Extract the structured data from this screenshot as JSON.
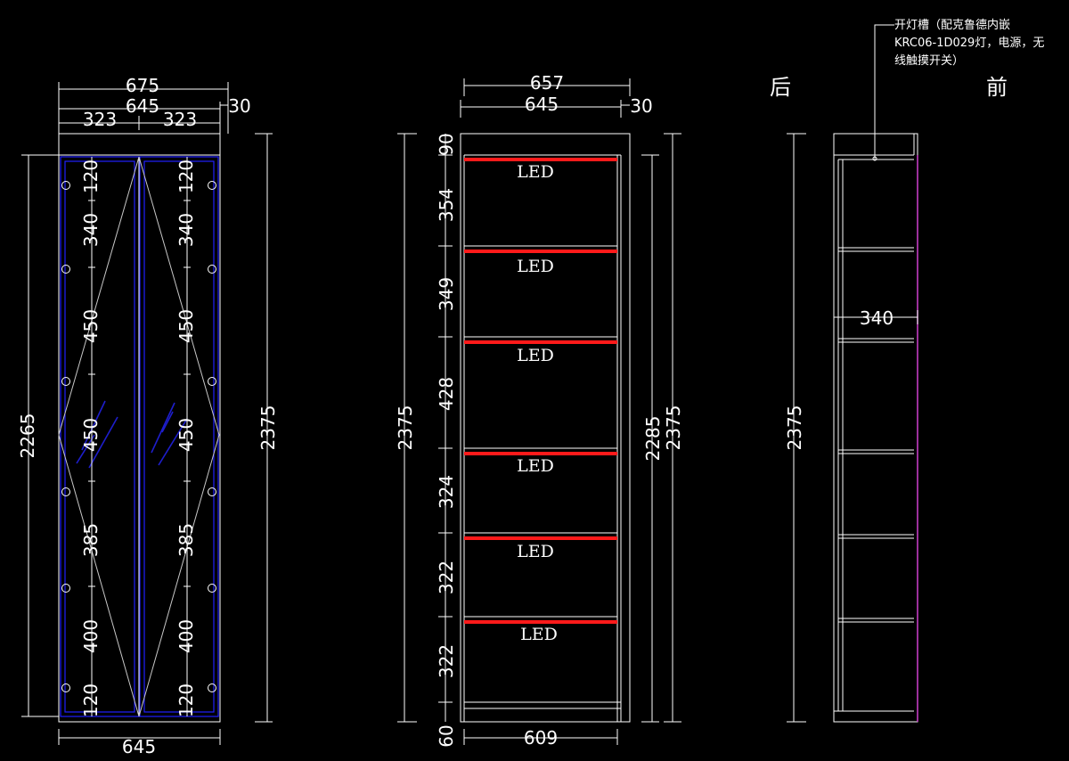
{
  "front_view": {
    "top_dims": [
      "675",
      "645",
      "323",
      "323",
      "30"
    ],
    "left_total": "2265",
    "right_total": "2375",
    "bottom_width": "645",
    "left_column_dims": [
      "120",
      "340",
      "450",
      "450",
      "385",
      "400",
      "120"
    ],
    "right_column_dims": [
      "120",
      "340",
      "450",
      "450",
      "385",
      "400",
      "120"
    ]
  },
  "section_view": {
    "top_dims": [
      "657",
      "645",
      "30"
    ],
    "left_total": "2375",
    "right_inner_total": "2285",
    "right_total": "2375",
    "bottom_width": "609",
    "shelf_spacings": [
      "90",
      "354",
      "349",
      "428",
      "324",
      "322",
      "322",
      "60"
    ],
    "led_labels": [
      "LED",
      "LED",
      "LED",
      "LED",
      "LED",
      "LED"
    ]
  },
  "side_view": {
    "left_total": "2375",
    "depth": "340",
    "label_back": "后",
    "label_front": "前",
    "callout_lines": [
      "开灯槽（配克鲁德内嵌",
      "KRC06-1D029灯，电源，无",
      "线触摸开关）"
    ]
  },
  "colors": {
    "background": "#000000",
    "lines": "#ffffff",
    "glass_frame": "#2020ff",
    "led_strip": "#ff1a1a",
    "front_edge": "#d040d0"
  }
}
